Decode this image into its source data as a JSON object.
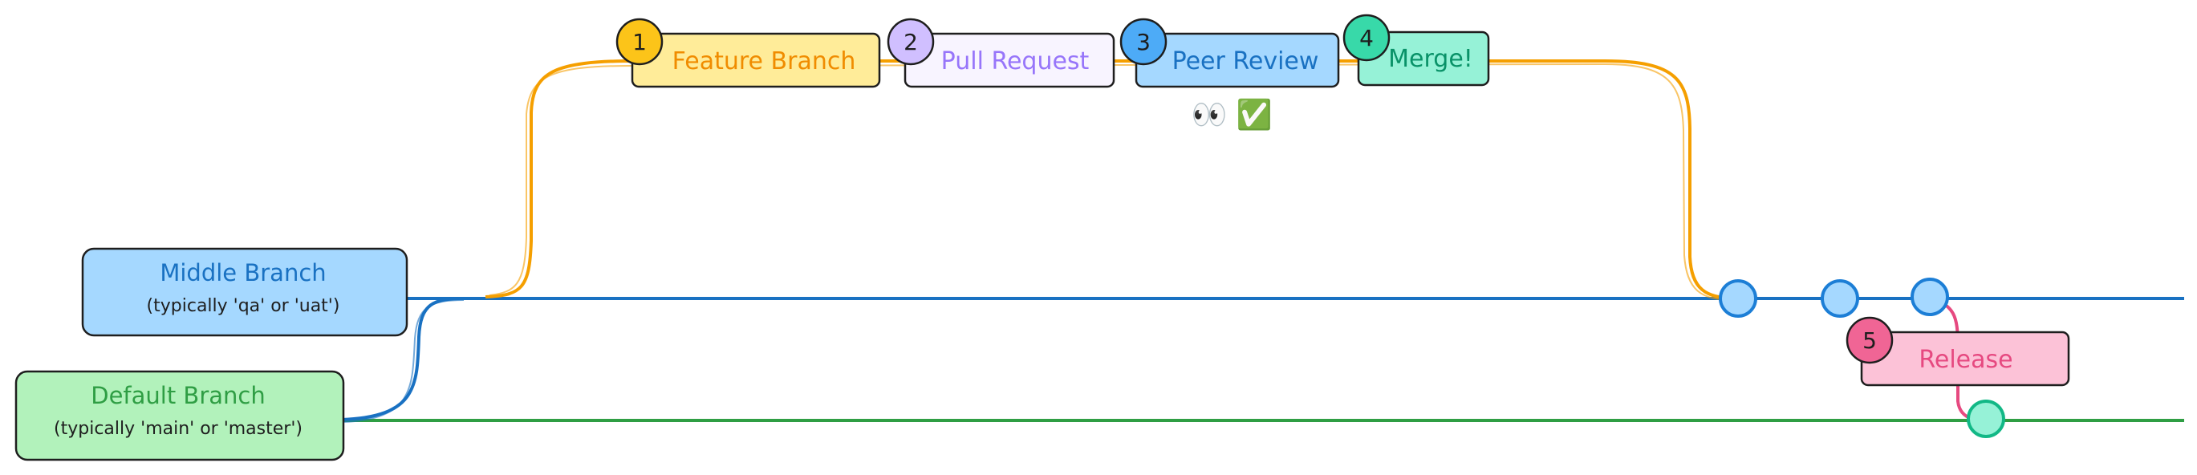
{
  "branches": {
    "middle": {
      "title": "Middle Branch",
      "subtitle": "(typically 'qa' or 'uat')"
    },
    "default": {
      "title": "Default Branch",
      "subtitle": "(typically 'main' or 'master')"
    }
  },
  "steps": [
    {
      "number": "1",
      "label": "Feature Branch",
      "color": "#f59f00",
      "fill": "#ffec99",
      "badge": "#fcc419"
    },
    {
      "number": "2",
      "label": "Pull Request",
      "color": "#9775fa",
      "fill": "#f8f4ff",
      "badge": "#d0bfff"
    },
    {
      "number": "3",
      "label": "Peer Review",
      "color": "#1971c2",
      "fill": "#a5d8ff",
      "badge": "#4dabf7"
    },
    {
      "number": "4",
      "label": "Merge!",
      "color": "#099268",
      "fill": "#96f2d7",
      "badge": "#38d9a9"
    },
    {
      "number": "5",
      "label": "Release",
      "color": "#e64980",
      "fill": "#fcc2d7",
      "badge": "#f06595"
    }
  ],
  "review_emoji": "👀 ✅",
  "colors": {
    "middle_line": "#1971c2",
    "default_line": "#2f9e44",
    "feature_line": "#f59f00",
    "release_line": "#e64980",
    "middle_box_fill": "#a5d8ff",
    "default_box_fill": "#b2f2bb"
  }
}
